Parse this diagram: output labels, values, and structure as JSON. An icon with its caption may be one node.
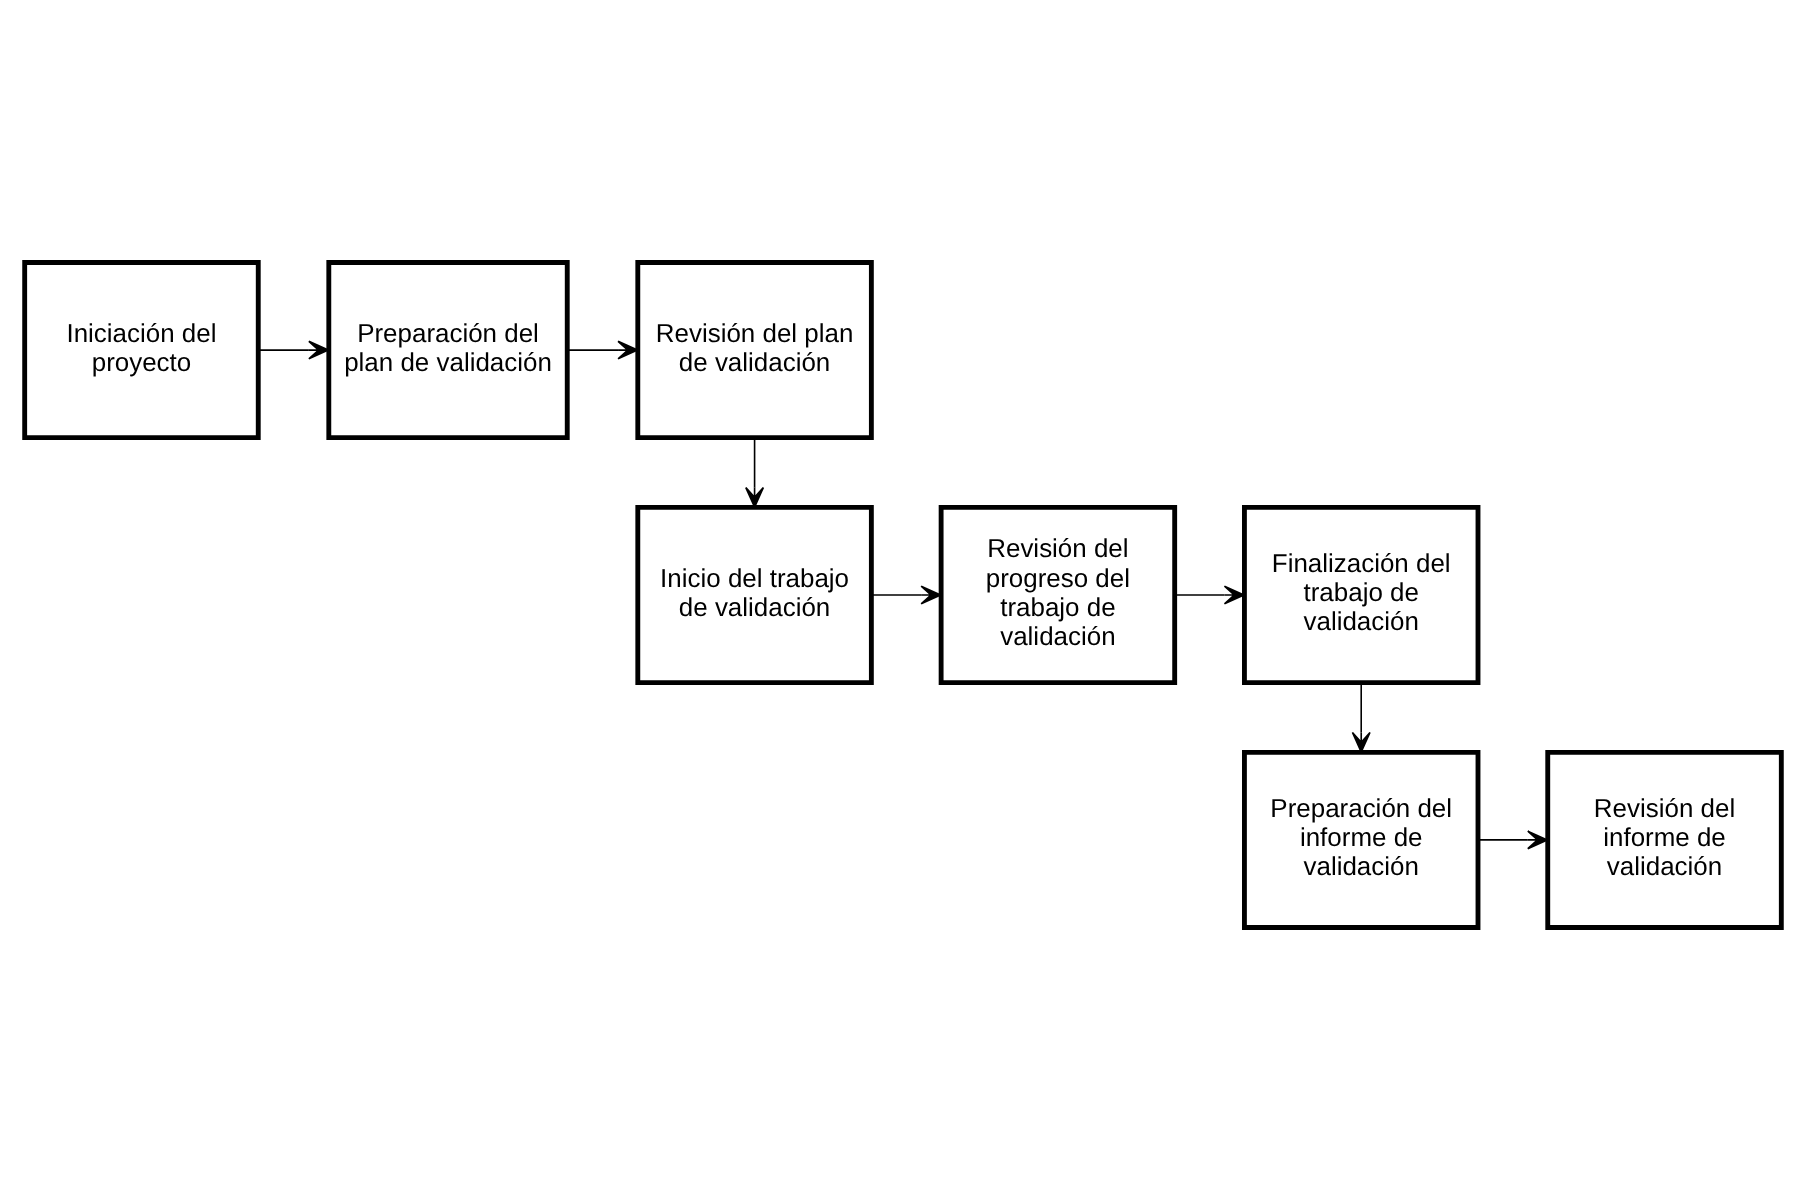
{
  "diagram": {
    "nodes": [
      {
        "text": [
          "Iniciación del proyecto"
        ]
      },
      {
        "text": [
          "Preparación del plan de validación"
        ]
      },
      {
        "text": [
          "Revisión del plan de validación"
        ]
      },
      {
        "text": [
          "Inicio del trabajo de validación"
        ]
      },
      {
        "text": [
          "Revisión del progreso del trabajo de validación"
        ]
      },
      {
        "text": [
          "Finalización del trabajo de validación"
        ]
      },
      {
        "text": [
          "Preparación del informe de validación"
        ]
      },
      {
        "text": [
          "Revisión del informe de validación"
        ]
      }
    ],
    "edges": [
      {
        "from": 0,
        "to": 1,
        "arrow": "to"
      },
      {
        "from": 1,
        "to": 2,
        "arrow": "to"
      },
      {
        "from": 2,
        "to": 3,
        "arrow": "to"
      },
      {
        "from": 3,
        "to": 4,
        "arrow": "to"
      },
      {
        "from": 4,
        "to": 5,
        "arrow": "to"
      },
      {
        "from": 5,
        "to": 6,
        "arrow": "to"
      },
      {
        "from": 6,
        "to": 7,
        "arrow": "to"
      }
    ]
  }
}
